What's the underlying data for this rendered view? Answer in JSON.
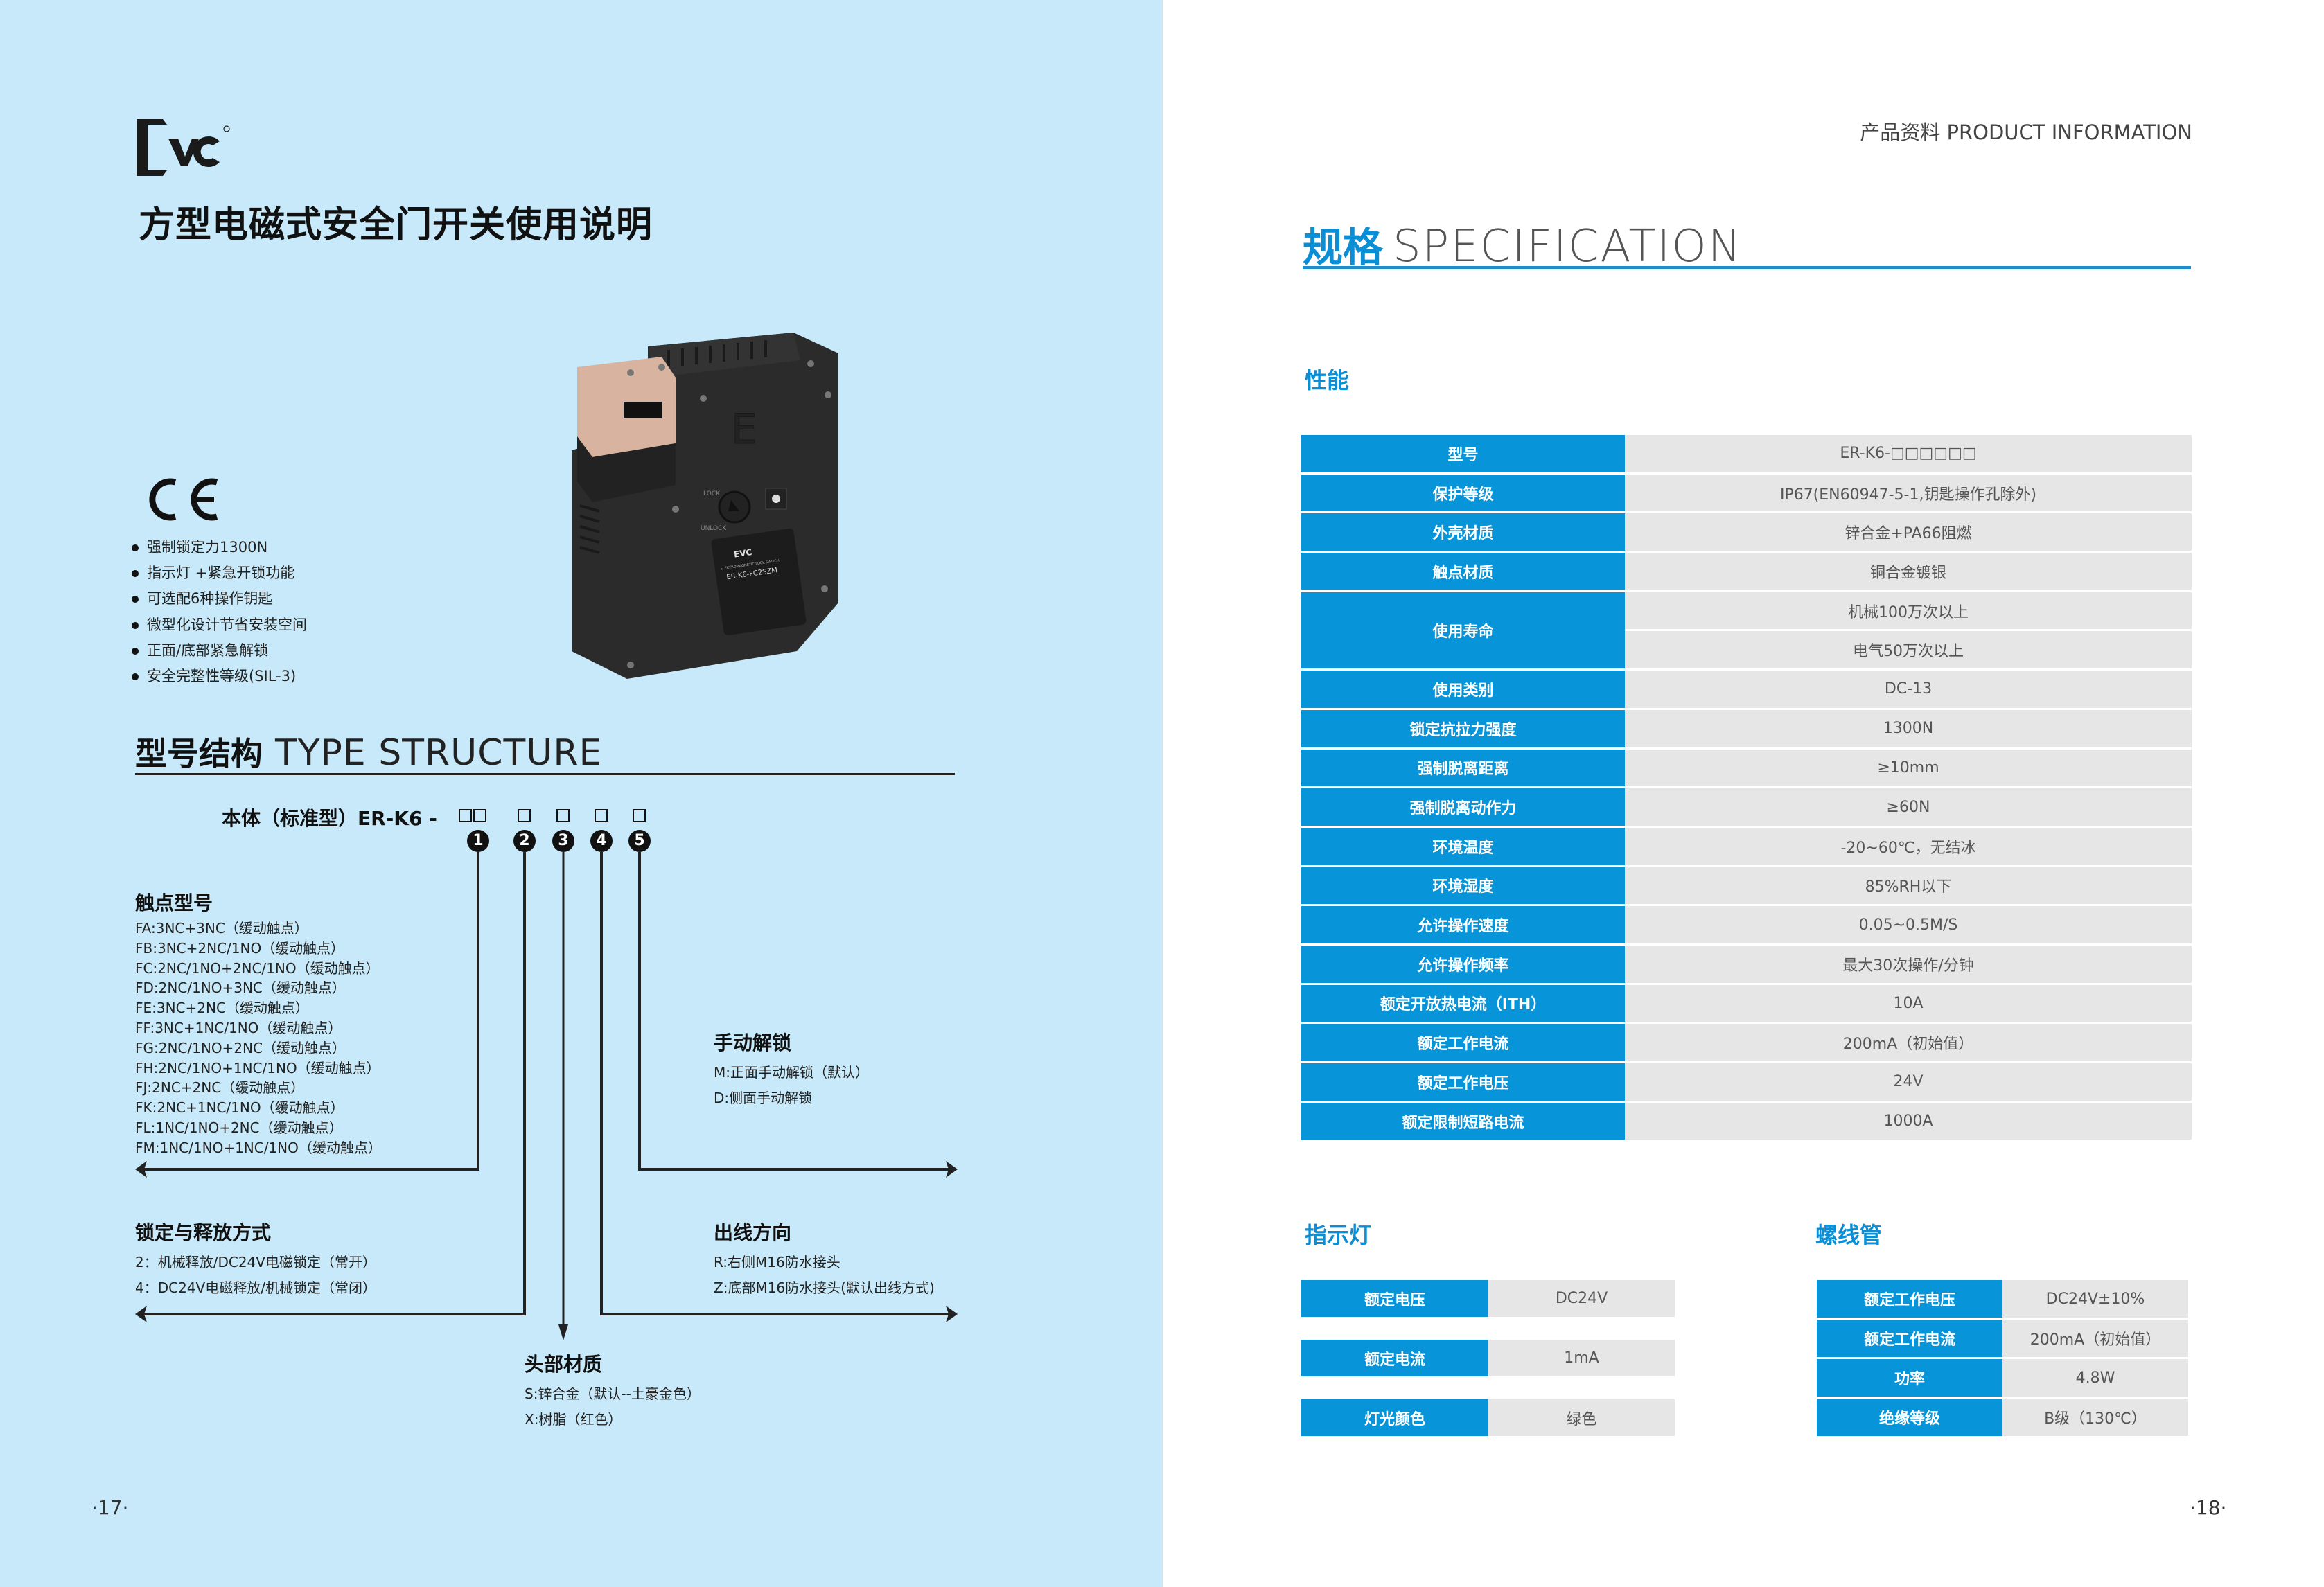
{
  "left": {
    "logo_text": "EVC",
    "title": "方型电磁式安全门开关使用说明",
    "ce_mark": "CE",
    "features": [
      "强制锁定力1300N",
      "指示灯 +紧急开锁功能",
      "可选配6种操作钥匙",
      "微型化设计节省安装空间",
      "正面/底部紧急解锁",
      "安全完整性等级(SIL-3)"
    ],
    "product_label": {
      "brand": "EVC",
      "name": "ELECTROMAGNETIC LOCK SWITCH",
      "model": "ER-K6-FC2SZM",
      "lock": "LOCK",
      "unlock": "UNLOCK"
    },
    "type_structure": {
      "cn": "型号结构",
      "en": "TYPE STRUCTURE"
    },
    "model_line": "本体（标准型）ER-K6 -",
    "markers": [
      "1",
      "2",
      "3",
      "4",
      "5"
    ],
    "contact_type": {
      "title": "触点型号",
      "items": [
        "FA:3NC+3NC（缓动触点）",
        "FB:3NC+2NC/1NO（缓动触点）",
        "FC:2NC/1NO+2NC/1NO（缓动触点）",
        "FD:2NC/1NO+3NC（缓动触点）",
        "FE:3NC+2NC（缓动触点）",
        "FF:3NC+1NC/1NO（缓动触点）",
        "FG:2NC/1NO+2NC（缓动触点）",
        "FH:2NC/1NO+1NC/1NO（缓动触点）",
        "FJ:2NC+2NC（缓动触点）",
        "FK:2NC+1NC/1NO（缓动触点）",
        "FL:1NC/1NO+2NC（缓动触点）",
        "FM:1NC/1NO+1NC/1NO（缓动触点）"
      ]
    },
    "manual_unlock": {
      "title": "手动解锁",
      "items": [
        "M:正面手动解锁（默认）",
        "D:侧面手动解锁"
      ]
    },
    "lock_release": {
      "title": "锁定与释放方式",
      "items": [
        "2：机械释放/DC24V电磁锁定（常开）",
        "4：DC24V电磁释放/机械锁定（常闭）"
      ]
    },
    "cable_direction": {
      "title": "出线方向",
      "items": [
        "R:右侧M16防水接头",
        "Z:底部M16防水接头(默认出线方式)"
      ]
    },
    "head_material": {
      "title": "头部材质",
      "items": [
        "S:锌合金（默认--土豪金色）",
        "X:树脂（红色）"
      ]
    },
    "page_number": "·17·"
  },
  "right": {
    "header": "产品资料 PRODUCT INFORMATION",
    "spec": {
      "cn": "规格",
      "en": "SPECIFICATION"
    },
    "performance": {
      "title": "性能",
      "rows": [
        {
          "label": "型号",
          "values": [
            "ER-K6-□□□□□□"
          ]
        },
        {
          "label": "保护等级",
          "values": [
            "IP67(EN60947-5-1,钥匙操作孔除外)"
          ]
        },
        {
          "label": "外壳材质",
          "values": [
            "锌合金+PA66阻燃"
          ]
        },
        {
          "label": "触点材质",
          "values": [
            "铜合金镀银"
          ]
        },
        {
          "label": "使用寿命",
          "values": [
            "机械100万次以上",
            "电气50万次以上"
          ]
        },
        {
          "label": "使用类别",
          "values": [
            "DC-13"
          ]
        },
        {
          "label": "锁定抗拉力强度",
          "values": [
            "1300N"
          ]
        },
        {
          "label": "强制脱离距离",
          "values": [
            "≥10mm"
          ]
        },
        {
          "label": "强制脱离动作力",
          "values": [
            "≥60N"
          ]
        },
        {
          "label": "环境温度",
          "values": [
            "-20~60℃，无结冰"
          ]
        },
        {
          "label": "环境湿度",
          "values": [
            "85%RH以下"
          ]
        },
        {
          "label": "允许操作速度",
          "values": [
            "0.05~0.5M/S"
          ]
        },
        {
          "label": "允许操作频率",
          "values": [
            "最大30次操作/分钟"
          ]
        },
        {
          "label": "额定开放热电流（ITH）",
          "values": [
            "10A"
          ]
        },
        {
          "label": "额定工作电流",
          "values": [
            "200mA（初始值）"
          ]
        },
        {
          "label": "额定工作电压",
          "values": [
            "24V"
          ]
        },
        {
          "label": "额定限制短路电流",
          "values": [
            "1000A"
          ]
        }
      ]
    },
    "indicator": {
      "title": "指示灯",
      "rows": [
        {
          "label": "额定电压",
          "value": "DC24V"
        },
        {
          "label": "额定电流",
          "value": "1mA"
        },
        {
          "label": "灯光颜色",
          "value": "绿色"
        }
      ]
    },
    "solenoid": {
      "title": "螺线管",
      "rows": [
        {
          "label": "额定工作电压",
          "value": "DC24V±10%"
        },
        {
          "label": "额定工作电流",
          "value": "200mA（初始值）"
        },
        {
          "label": "功率",
          "value": "4.8W"
        },
        {
          "label": "绝缘等级",
          "value": "B级（130℃）"
        }
      ]
    },
    "page_number": "·18·"
  },
  "colors": {
    "left_bg": "#c7e9f9",
    "accent_blue": "#0894d8",
    "cell_grey": "#e6e6e6"
  }
}
